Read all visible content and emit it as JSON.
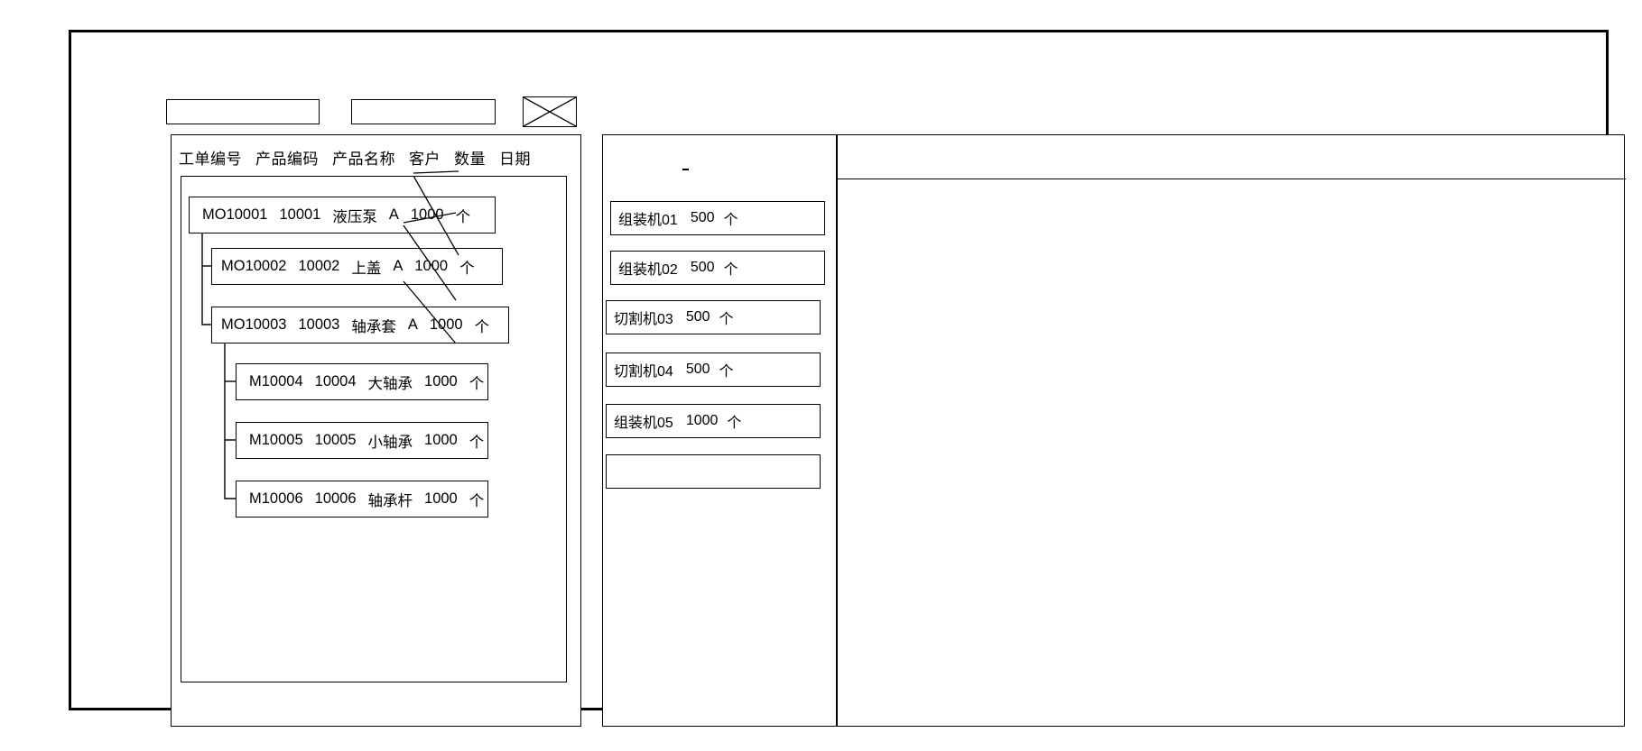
{
  "toolbar": {
    "field_1_value": "",
    "field_2_value": "",
    "close_icon": "crossed-box-icon"
  },
  "left_panel": {
    "columns": [
      "工单编号",
      "产品编码",
      "产品名称",
      "客户",
      "数量",
      "日期"
    ],
    "rows": [
      {
        "level": 0,
        "order_no": "MO10001",
        "product_code": "10001",
        "product_name": "液压泵",
        "customer": "A",
        "quantity": "1000",
        "unit": "个"
      },
      {
        "level": 1,
        "order_no": "MO10002",
        "product_code": "10002",
        "product_name": "上盖",
        "customer": "A",
        "quantity": "1000",
        "unit": "个"
      },
      {
        "level": 1,
        "order_no": "MO10003",
        "product_code": "10003",
        "product_name": "轴承套",
        "customer": "A",
        "quantity": "1000",
        "unit": "个"
      },
      {
        "level": 2,
        "order_no": "M10004",
        "product_code": "10004",
        "product_name": "大轴承",
        "customer": "",
        "quantity": "1000",
        "unit": "个"
      },
      {
        "level": 2,
        "order_no": "M10005",
        "product_code": "10005",
        "product_name": "小轴承",
        "customer": "",
        "quantity": "1000",
        "unit": "个"
      },
      {
        "level": 2,
        "order_no": "M10006",
        "product_code": "10006",
        "product_name": "轴承杆",
        "customer": "",
        "quantity": "1000",
        "unit": "个"
      }
    ]
  },
  "middle_panel": {
    "machines": [
      {
        "name": "组装机01",
        "quantity": "500",
        "unit": "个"
      },
      {
        "name": "组装机02",
        "quantity": "500",
        "unit": "个"
      },
      {
        "name": "切割机03",
        "quantity": "500",
        "unit": "个"
      },
      {
        "name": "切割机04",
        "quantity": "500",
        "unit": "个"
      },
      {
        "name": "组装机05",
        "quantity": "1000",
        "unit": "个"
      },
      {
        "name": "",
        "quantity": "",
        "unit": ""
      }
    ]
  },
  "right_panel": {
    "header_text": "",
    "body_text": ""
  },
  "colors": {
    "stroke": "#000000",
    "background": "#ffffff"
  }
}
